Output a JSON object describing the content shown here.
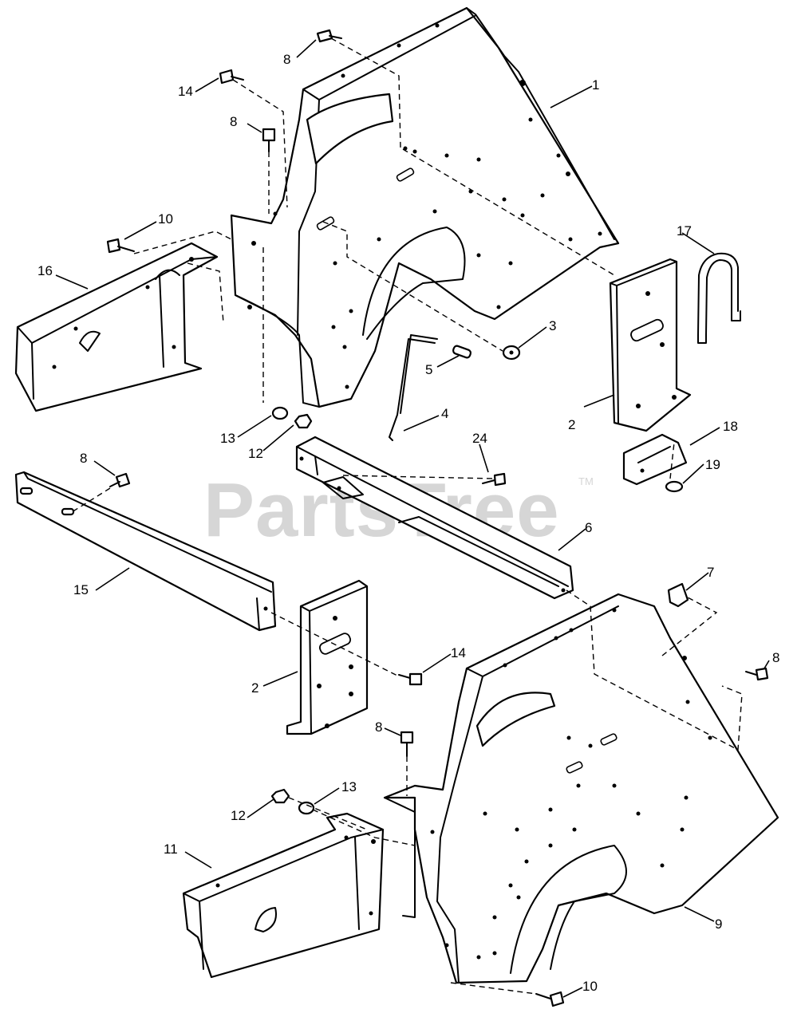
{
  "watermark": {
    "text": "PartsTree",
    "tm": "TM"
  },
  "callouts": {
    "c1": "1",
    "c2a": "2",
    "c2b": "2",
    "c3": "3",
    "c4": "4",
    "c5": "5",
    "c6": "6",
    "c7": "7",
    "c8a": "8",
    "c8b": "8",
    "c8c": "8",
    "c8d": "8",
    "c8e": "8",
    "c9": "9",
    "c10a": "10",
    "c10b": "10",
    "c11": "11",
    "c12a": "12",
    "c12b": "12",
    "c13a": "13",
    "c13b": "13",
    "c14a": "14",
    "c14b": "14",
    "c15": "15",
    "c16": "16",
    "c17": "17",
    "c18": "18",
    "c19": "19",
    "c24": "24"
  }
}
